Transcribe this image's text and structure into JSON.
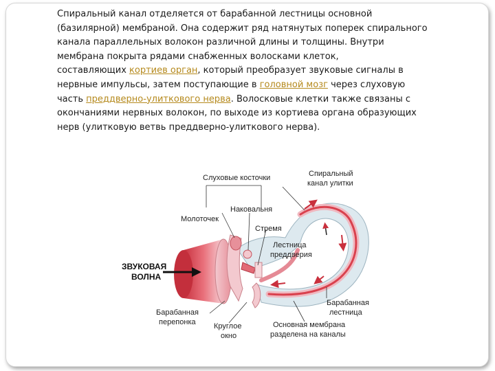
{
  "paragraph": {
    "l1": "Спиральный канал отделяется от барабанной лестницы основной",
    "l2": "(базилярной) мембраной. Она содержит ряд натянутых поперек спирального",
    "l3": "канала параллельных волокон различной длины и толщины. Внутри",
    "l4": "мембрана покрыта рядами снабженных волосками клеток,",
    "l5_a": "составляющих ",
    "l5_link": "кортиев орган",
    "l5_b": ", который преобразует звуковые сигналы в",
    "l6_a": "нервные импульсы, затем поступающие в ",
    "l6_link": "головной мозг",
    "l6_b": " через слуховую",
    "l7_a": "часть ",
    "l7_link": "преддверно-улиткового нерва",
    "l7_b": ". Волосковые клетки также связаны с",
    "l8": "окончаниями нервных волокон, по выходе из кортиева органа образующих",
    "l9": "нерв (улитковую ветвь преддверно-улиткового нерва)."
  },
  "figure": {
    "ossicles": "Слуховые косточки",
    "spiral_canal_1": "Спиральный",
    "spiral_canal_2": "канал улитки",
    "malleus": "Молоточек",
    "incus": "Наковальня",
    "stapes": "Стремя",
    "vestibule_1": "Лестница",
    "vestibule_2": "преддверия",
    "sound_wave_1": "ЗВУКОВАЯ",
    "sound_wave_2": "ВОЛНА",
    "eardrum_1": "Барабанная",
    "eardrum_2": "перепонка",
    "round_window_1": "Круглое",
    "round_window_2": "окно",
    "tympanic_1": "Барабанная",
    "tympanic_2": "лестница",
    "basilar_1": "Основная мембрана",
    "basilar_2": "разделена на каналы"
  },
  "colors": {
    "text": "#1a1a1a",
    "link": "#b5891c",
    "tissue_red": "#d9414e",
    "tissue_pink": "#f3c9cf",
    "fluid_blue": "#dde9ef"
  }
}
